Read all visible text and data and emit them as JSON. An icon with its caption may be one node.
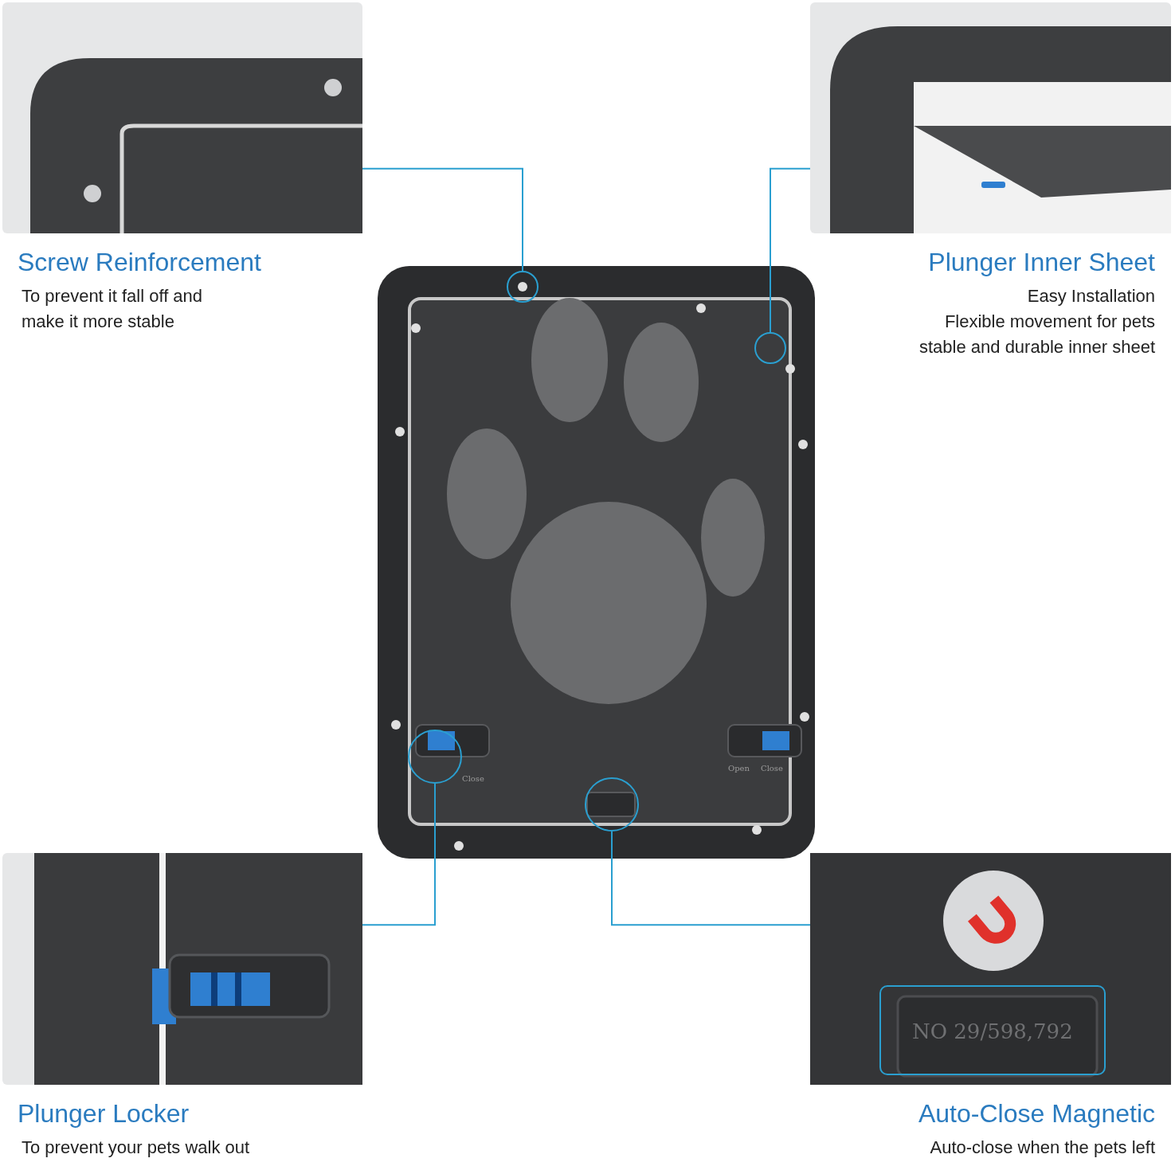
{
  "diagram": {
    "nodes": [
      {
        "text": [
          "Screw Reinforcement",
          "To prevent it fall off and make it more stable"
        ]
      },
      {
        "text": [
          "Plunger Inner Sheet",
          "Easy Installation",
          "Flexible movement for pets",
          "stable and durable inner sheet"
        ]
      },
      {
        "text": [],
        "shape": "picture"
      },
      {
        "text": [],
        "shape": "circle",
        "in": 2
      },
      {
        "text": [],
        "shape": "circle",
        "in": 2
      },
      {
        "text": [],
        "shape": "circle",
        "in": 2
      },
      {
        "text": [],
        "shape": "circle",
        "in": 2
      },
      {
        "text": [
          "Plunger Locker",
          "To prevent your pets walk out"
        ]
      },
      {
        "text": [
          "Auto-Close Magnetic",
          "Auto-close when the pets left"
        ]
      }
    ],
    "edges": [
      {
        "from": 3,
        "to": 0,
        "arrow": "none"
      },
      {
        "from": 4,
        "to": 1,
        "arrow": "none"
      },
      {
        "from": 5,
        "to": 7,
        "arrow": "none"
      },
      {
        "from": 6,
        "to": 8,
        "arrow": "none"
      }
    ],
    "labels": [
      "Close",
      "Open",
      "Close",
      "NO 29/598,792"
    ]
  }
}
